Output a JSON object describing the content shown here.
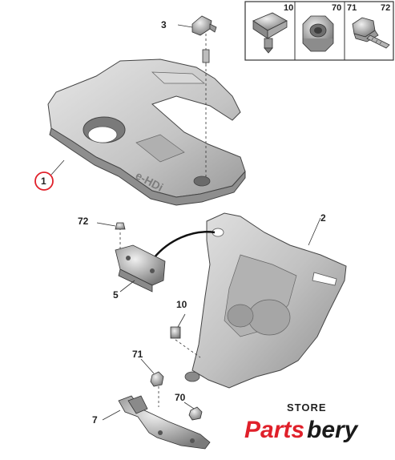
{
  "diagram": {
    "parts": [
      {
        "key": "engine_cover",
        "callout": "1",
        "highlighted": true
      },
      {
        "key": "heat_shield",
        "callout": "2"
      },
      {
        "key": "stud",
        "callout": "3"
      },
      {
        "key": "bracket",
        "callout": "5"
      },
      {
        "key": "lower_bracket",
        "callout": "7"
      },
      {
        "key": "clip_upper",
        "callout": "10"
      },
      {
        "key": "nut_lower",
        "callout": "70"
      },
      {
        "key": "bolt_left",
        "callout": "71"
      },
      {
        "key": "bolt_top",
        "callout": "72"
      }
    ],
    "kit_box": [
      {
        "callout": "10",
        "icon": "clip-icon"
      },
      {
        "callout": "70",
        "icon": "nut-icon"
      },
      {
        "callout": "71",
        "icon": "bolt-icon"
      },
      {
        "callout": "72",
        "icon": "bolt-icon"
      }
    ],
    "engine_embossing": "e-HDi"
  },
  "watermark": {
    "store": "STORE",
    "brand_red": "Parts",
    "brand_dark": "bery"
  },
  "colors": {
    "highlight": "#e0202a",
    "part_fill": "#c9c9c9",
    "outline": "#333333"
  }
}
